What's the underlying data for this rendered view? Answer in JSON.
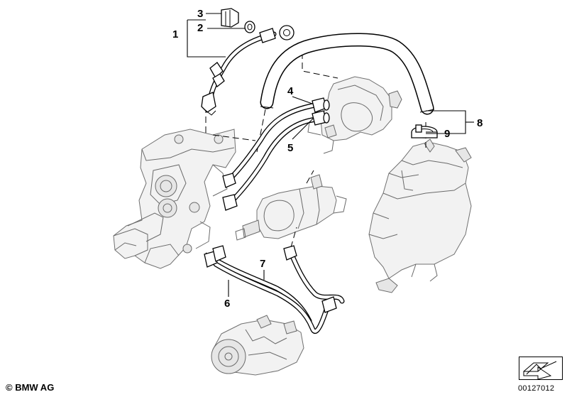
{
  "callouts": [
    {
      "id": "1",
      "label": "1"
    },
    {
      "id": "2",
      "label": "2"
    },
    {
      "id": "3",
      "label": "3"
    },
    {
      "id": "4",
      "label": "4"
    },
    {
      "id": "5",
      "label": "5"
    },
    {
      "id": "6",
      "label": "6"
    },
    {
      "id": "7",
      "label": "7"
    },
    {
      "id": "8",
      "label": "8"
    },
    {
      "id": "9",
      "label": "9"
    }
  ],
  "footer": {
    "copyright": "© BMW AG",
    "document_number": "00127012"
  },
  "icons": {
    "view_reference": "reference-arrow-icon"
  }
}
